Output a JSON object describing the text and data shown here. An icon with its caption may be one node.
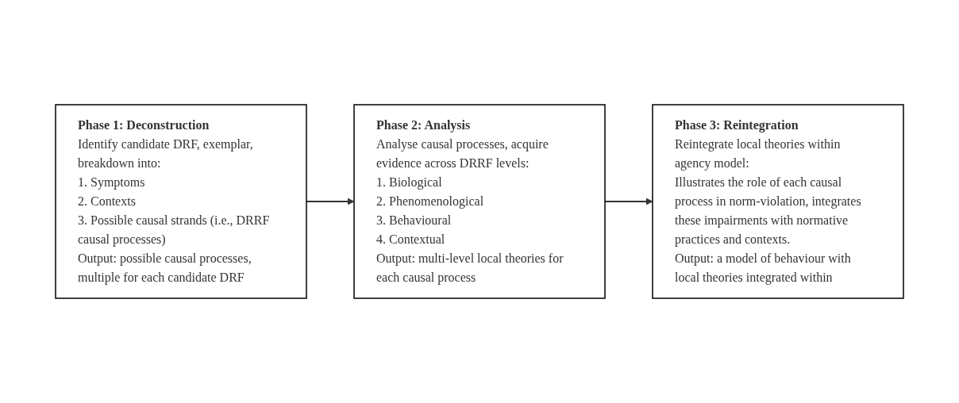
{
  "diagram": {
    "nodes": [
      {
        "text": [
          "Phase 1: Deconstruction",
          "Identify candidate DRF, exemplar, breakdown into:",
          "1. Symptoms",
          "2. Contexts",
          "3. Possible causal strands (i.e., DRRF causal processes)",
          "Output: possible causal processes, multiple for each candidate DRF"
        ]
      },
      {
        "text": [
          "Phase 2: Analysis",
          "Analyse causal processes, acquire evidence across DRRF levels:",
          "1. Biological",
          "2. Phenomenological",
          "3. Behavioural",
          "4. Contextual",
          "Output: multi-level local theories for each causal process"
        ]
      },
      {
        "text": [
          "Phase 3: Reintegration",
          "Reintegrate local theories within agency model:",
          "Illustrates the role of each causal process in norm-violation, integrates these impairments with normative practices and contexts.",
          "Output: a model of behaviour with local theories integrated within"
        ]
      }
    ],
    "edges": [
      {
        "from": 0,
        "to": 1,
        "arrow": "to"
      },
      {
        "from": 1,
        "to": 2,
        "arrow": "to"
      }
    ]
  }
}
